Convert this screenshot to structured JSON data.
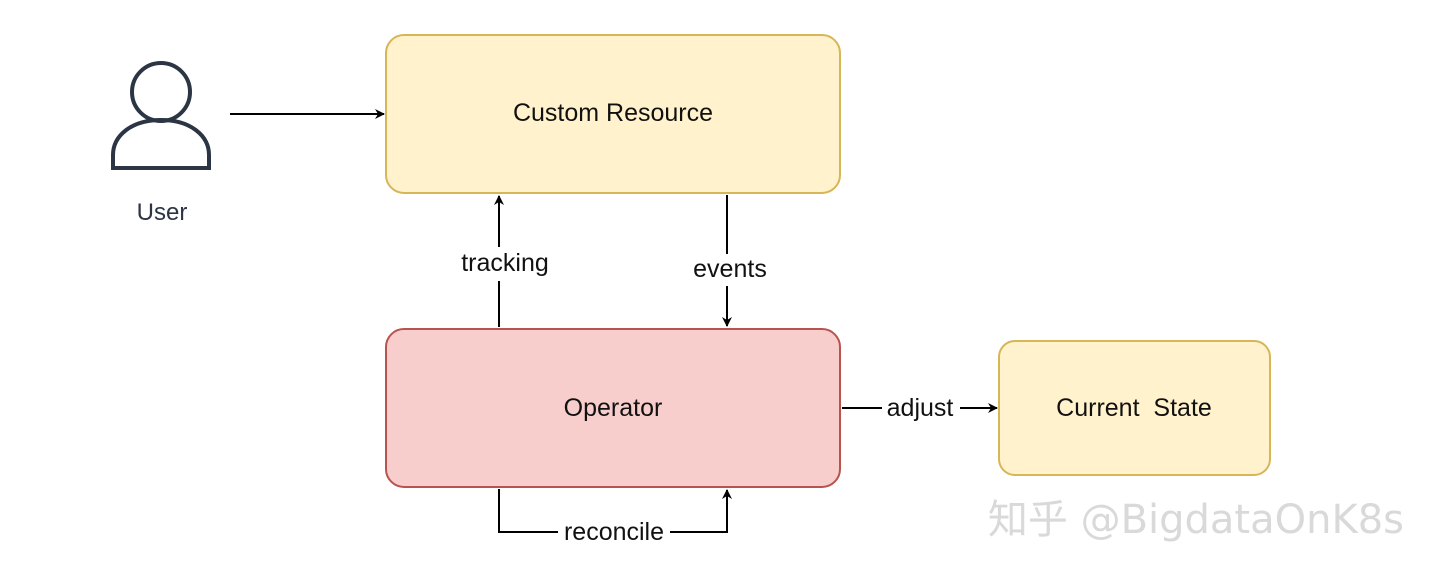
{
  "user": {
    "label": "User",
    "icon": "user-icon"
  },
  "nodes": {
    "custom_resource": "Custom Resource",
    "operator": "Operator",
    "current_state": "Current  State"
  },
  "edges": {
    "tracking": "tracking",
    "events": "events",
    "adjust": "adjust",
    "reconcile": "reconcile"
  },
  "watermark": "知乎 @BigdataOnK8s",
  "colors": {
    "yellow_fill": "#fff2cc",
    "yellow_stroke": "#d6b656",
    "red_fill": "#f8cecc",
    "red_stroke": "#b85450",
    "user_icon": "#2b3544"
  }
}
